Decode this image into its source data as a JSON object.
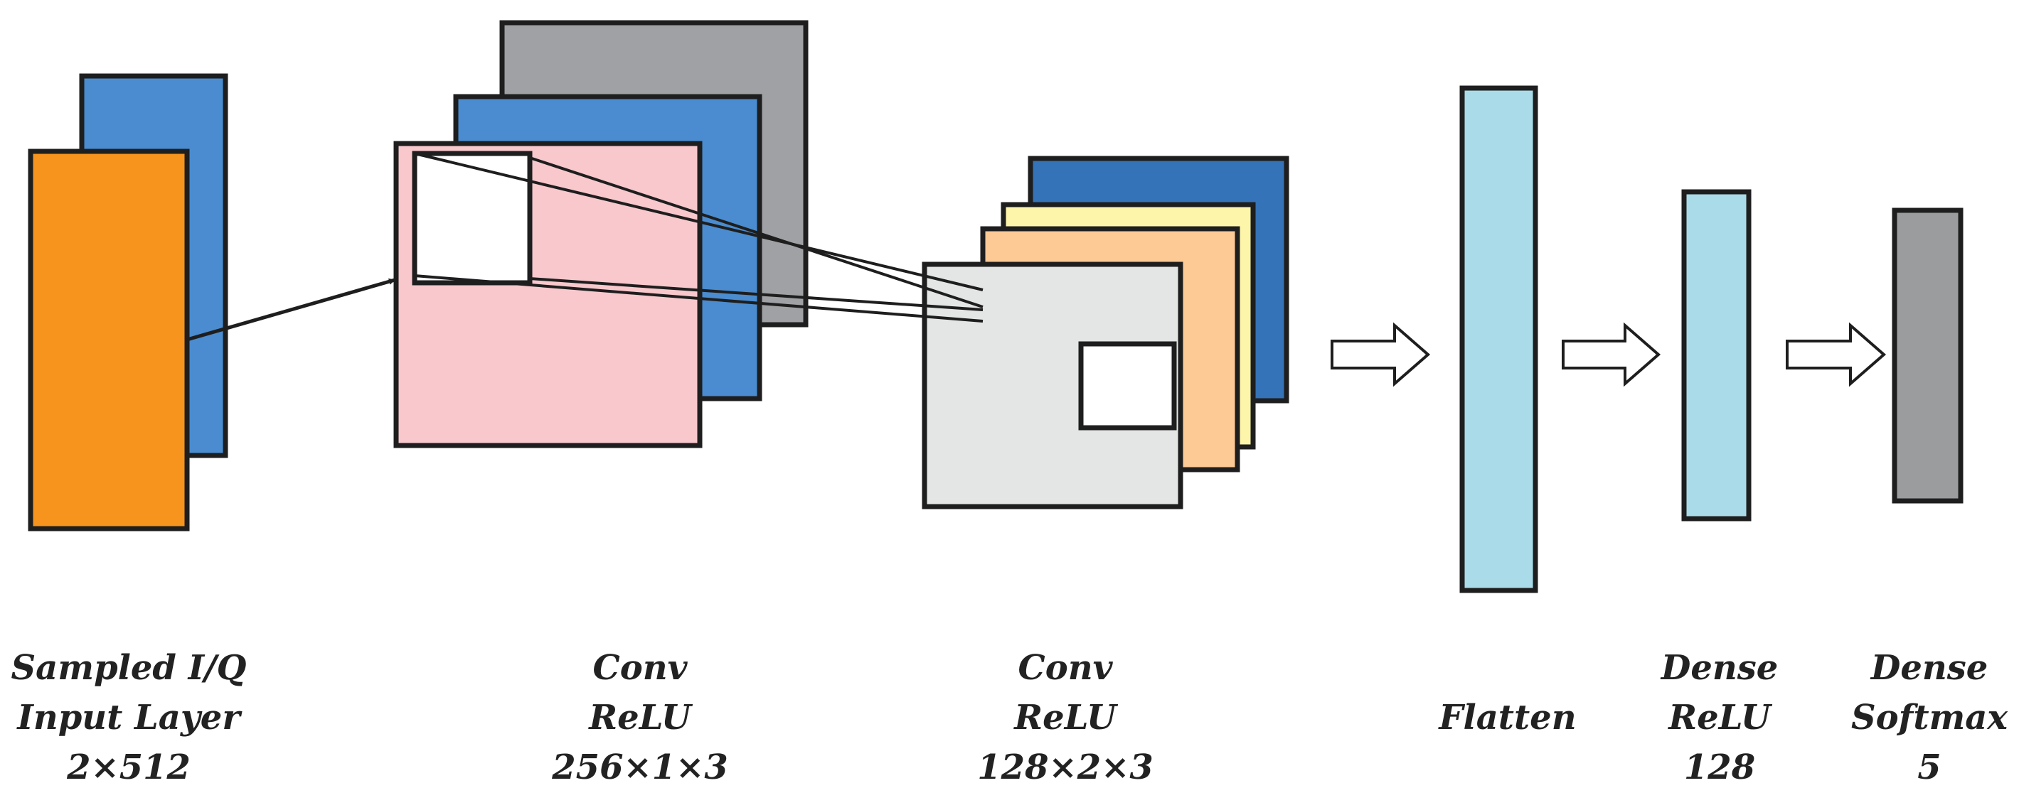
{
  "colors": {
    "stroke": "#1e1e1e",
    "input_front": "#F7941D",
    "input_back": "#4A8CCF",
    "conv1_front": "#F8C8CD",
    "conv1_mid": "#4A8CCF",
    "conv1_back": "#A0A1A4",
    "conv2_front": "#E4E6E5",
    "conv2_second": "#FDCA96",
    "conv2_third": "#FDF5A9",
    "conv2_back": "#3473B7",
    "kernel": "#FFFFFF",
    "flatten": "#A9DCE8",
    "dense_relu": "#A9DCE8",
    "dense_softmax": "#9B9C9E"
  },
  "icons": [
    "solid-arrow-icon",
    "hollow-arrow-icon"
  ],
  "stages": [
    {
      "id": "input",
      "lines": [
        "Sampled I/Q",
        "Input Layer",
        "2×512"
      ]
    },
    {
      "id": "conv1",
      "lines": [
        "Conv",
        "ReLU",
        "256×1×3"
      ]
    },
    {
      "id": "conv2",
      "lines": [
        "Conv",
        "ReLU",
        "128×2×3"
      ]
    },
    {
      "id": "flatten",
      "lines": [
        "Flatten"
      ]
    },
    {
      "id": "dense1",
      "lines": [
        "Dense",
        "ReLU",
        "128"
      ]
    },
    {
      "id": "dense2",
      "lines": [
        "Dense",
        "Softmax",
        "5"
      ]
    }
  ]
}
